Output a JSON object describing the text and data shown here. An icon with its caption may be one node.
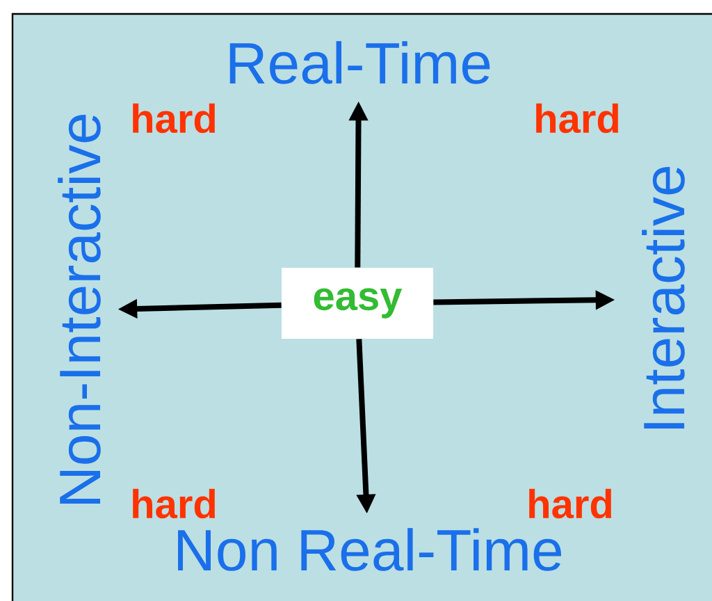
{
  "diagram": {
    "nodes": [
      {
        "text": [
          "easy"
        ]
      },
      {
        "text": [
          "Real-Time"
        ]
      },
      {
        "text": [
          "Non Real-Time"
        ]
      },
      {
        "text": [
          "Non-Interactive"
        ]
      },
      {
        "text": [
          "Interactive"
        ]
      }
    ],
    "edges": [
      {
        "from": 0,
        "to": 1,
        "arrow": "to"
      },
      {
        "from": 0,
        "to": 2,
        "arrow": "to"
      },
      {
        "from": 0,
        "to": 3,
        "arrow": "to"
      },
      {
        "from": 0,
        "to": 4,
        "arrow": "to"
      }
    ],
    "labels": [
      "hard",
      "hard",
      "hard",
      "hard"
    ]
  }
}
